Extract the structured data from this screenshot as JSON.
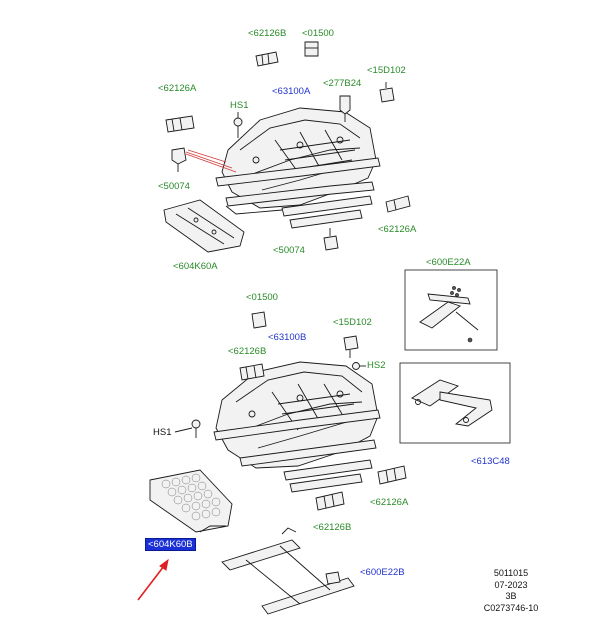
{
  "labels": {
    "upper": [
      {
        "id": "62126B-top",
        "text": "<62126B",
        "tone": "green"
      },
      {
        "id": "01500-top",
        "text": "<01500",
        "tone": "green"
      },
      {
        "id": "62126A-top",
        "text": "<62126A",
        "tone": "green"
      },
      {
        "id": "HS1-top",
        "text": "HS1",
        "tone": "green"
      },
      {
        "id": "63100A",
        "text": "<63100A",
        "tone": "blue"
      },
      {
        "id": "277B24",
        "text": "<277B24",
        "tone": "green"
      },
      {
        "id": "15D102-top",
        "text": "<15D102",
        "tone": "green"
      },
      {
        "id": "50074-left",
        "text": "<50074",
        "tone": "green"
      },
      {
        "id": "62126A-right",
        "text": "<62126A",
        "tone": "green"
      },
      {
        "id": "50074-bottom",
        "text": "<50074",
        "tone": "green"
      },
      {
        "id": "604K60A",
        "text": "<604K60A",
        "tone": "green"
      }
    ],
    "lower": [
      {
        "id": "600E22A",
        "text": "<600E22A",
        "tone": "green"
      },
      {
        "id": "01500-bottom",
        "text": "<01500",
        "tone": "green"
      },
      {
        "id": "15D102-bottom",
        "text": "<15D102",
        "tone": "green"
      },
      {
        "id": "63100B",
        "text": "<63100B",
        "tone": "blue"
      },
      {
        "id": "62126B-mid",
        "text": "<62126B",
        "tone": "green"
      },
      {
        "id": "HS2",
        "text": "HS2",
        "tone": "green"
      },
      {
        "id": "HS1-bottom",
        "text": "HS1",
        "tone": "black"
      },
      {
        "id": "613C48",
        "text": "<613C48",
        "tone": "blue"
      },
      {
        "id": "62126A-bottom",
        "text": "<62126A",
        "tone": "green"
      },
      {
        "id": "62126B-bottom",
        "text": "<62126B",
        "tone": "green"
      },
      {
        "id": "604K60B",
        "text": "<604K60B",
        "tone": "highlight"
      },
      {
        "id": "600E22B",
        "text": "<600E22B",
        "tone": "blue"
      }
    ]
  },
  "meta": {
    "line1": "5011015",
    "line2": "07-2023",
    "line3": "3B",
    "line4": "C0273746-10"
  },
  "colors": {
    "green_label": "#2a8a2a",
    "blue_label": "#2233cc",
    "highlight_bg": "#1a2fd6",
    "arrow": "#e02020",
    "leader": "#d23a3a"
  },
  "icons": {
    "pointer": "red-arrow-icon"
  }
}
